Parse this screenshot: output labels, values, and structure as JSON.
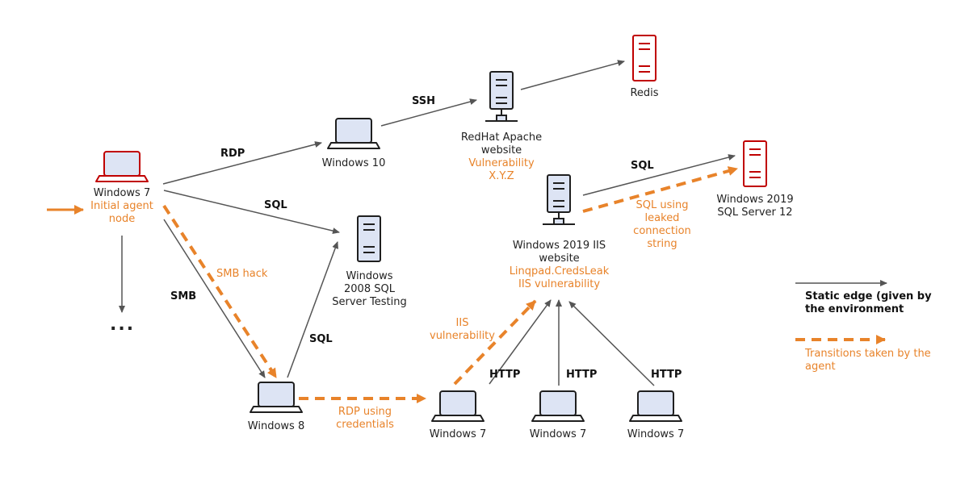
{
  "colors": {
    "static_edge": "#555555",
    "agent_edge": "#e8832a",
    "device_fill": "#dde4f4",
    "device_stroke": "#1f1f1f",
    "compromised": "#c00000"
  },
  "nodes": {
    "win7_start": {
      "name": "Windows 7",
      "tag": "Initial agent node",
      "icon": "laptop-icon",
      "compromised": true
    },
    "win10": {
      "name": "Windows 10",
      "icon": "laptop-icon"
    },
    "redhat": {
      "name": "RedHat Apache website",
      "tag": "Vulnerability X.Y.Z",
      "icon": "server-icon"
    },
    "redis": {
      "name": "Redis",
      "icon": "server-icon",
      "compromised": true
    },
    "win2008": {
      "name": "Windows 2008 SQL Server Testing",
      "icon": "server-icon"
    },
    "iis": {
      "name": "Windows 2019 IIS website",
      "tag1": "Linqpad.CredsLeak",
      "tag2": "IIS vulnerability",
      "icon": "server-icon"
    },
    "win2019sql": {
      "name": "Windows 2019 SQL Server 12",
      "icon": "server-icon",
      "compromised": true
    },
    "win8": {
      "name": "Windows 8",
      "icon": "laptop-icon"
    },
    "win7_a": {
      "name": "Windows 7",
      "icon": "laptop-icon"
    },
    "win7_b": {
      "name": "Windows 7",
      "icon": "laptop-icon"
    },
    "win7_c": {
      "name": "Windows 7",
      "icon": "laptop-icon"
    },
    "ellipsis": "..."
  },
  "edges": {
    "rdp": "RDP",
    "ssh": "SSH",
    "sql_2008": "SQL",
    "sql_win8": "SQL",
    "sql_2019": "SQL",
    "smb": "SMB",
    "http_1": "HTTP",
    "http_2": "HTTP",
    "http_3": "HTTP"
  },
  "agent_transitions": {
    "smb_hack": "SMB hack",
    "rdp_creds": "RDP using credentials",
    "iis_vuln": "IIS vulnerability",
    "sql_leaked": "SQL using leaked connection string"
  },
  "legend": {
    "static": "Static edge (given by the environment",
    "agent": "Transitions taken by the agent"
  }
}
